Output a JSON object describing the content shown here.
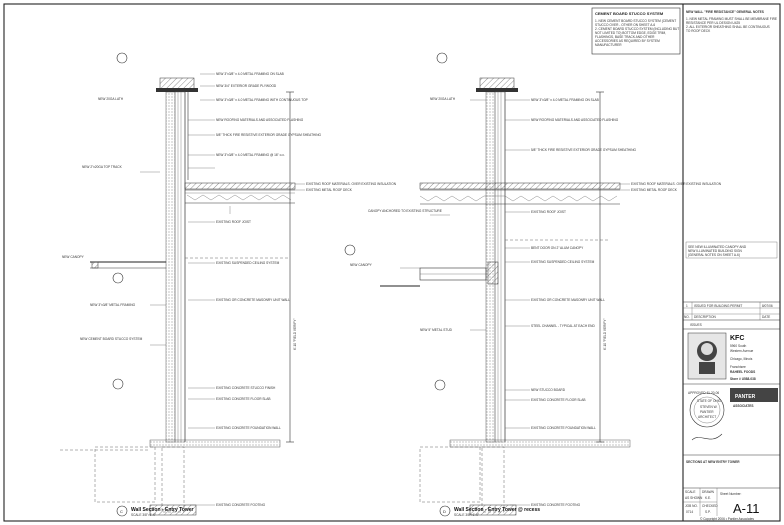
{
  "sheet": {
    "title": "SECTIONS AT NEW ENTRY TOWER",
    "sheet_number_label": "Sheet Number:",
    "sheet_number": "A-11",
    "copyright": "© Copyright 2006 • Pantier Associates"
  },
  "detail_c": {
    "bubble": "C",
    "title": "Wall Section - Entry Tower",
    "scale": "SCALE 3/8\"=1'-0\""
  },
  "detail_d": {
    "bubble": "D",
    "title": "Wall Section - Entry Tower @ recess",
    "scale": "SCALE 3/8\"=1'-0\""
  },
  "height_dim": "6'-10 \"FIELD VERIFY\"",
  "callouts_c": [
    "NEW 3\"x3/8\" x 4-0 METAL FRAMING ON SLAB",
    "NEW 3/4\" EXTERIOR GRADE PLYWOOD",
    "NEW 20GA LATH",
    "NEW 3\"x3/8\" x 4-0 METAL FRAMING WITH CONTINUOUS TOP",
    "NEW ROOFING MATERIALS AND ASSOCIATED FLASHING",
    "5/8\" THICK FIRE RESISTIVE EXTERIOR GRADE GYPSUM SHEATHING",
    "NEW 3\"x3/8\" x 4-0 METAL FRAMING @ 16\" o.c.",
    "NEW 2\"x20GA TOP TRACK",
    "EXISTING ROOF MATERIALS. OVER EXISTING INSULATION",
    "EXISTING METAL ROOF DECK",
    "EXISTING ROOF JOIST",
    "NEW CANOPY",
    "EXISTING SUSPENDED CEILING SYSTEM",
    "EXISTING OR CONCRETE MASONRY UNIT WALL",
    "NEW 3\"x3/8\" METAL FRAMING",
    "NEW CEMENT BOARD STUCCO SYSTEM",
    "EXISTING CONCRETE STUCCO FINISH",
    "EXISTING CONCRETE FLOOR SLAB",
    "EXISTING CONCRETE FOUNDATION WALL",
    "EXISTING CONCRETE FOOTING"
  ],
  "callouts_d": [
    "NEW 20GA LATH",
    "NEW 3\"x3/8\" x 4-0 METAL FRAMING ON SLAB",
    "NEW ROOFING MATERIALS AND ASSOCIATED FLASHING",
    "5/8\" THICK FIRE RESISTIVE EXTERIOR GRADE GYPSUM SHEATHING",
    "EXISTING ROOF MATERIALS. OVER EXISTING INSULATION",
    "EXISTING METAL ROOF DECK",
    "EXISTING ROOF JOIST",
    "CANOPY ANCHORED TO EXISTING STRUCTURE",
    "NEW CANOPY",
    "BENT DOOR ON 2\" ALUM CANOPY",
    "EXISTING SUSPENDED CEILING SYSTEM",
    "EXISTING OR CONCRETE MASONRY UNIT WALL",
    "STEEL CHANNEL - TYPICAL AT EACH END",
    "NEW 5\" METAL STUD",
    "NEW STUCCO BOARD",
    "EXISTING CONCRETE FLOOR SLAB",
    "EXISTING CONCRETE FOUNDATION WALL",
    "EXISTING CONCRETE FOOTING"
  ],
  "cement_box": {
    "title": "CEMENT BOARD STUCCO SYSTEM",
    "lines": [
      "1. NEW CEMENT BOARD STUCCO SYSTEM (CEMENT",
      "   STUCCO OVER - OTHER ON SHEET A-6",
      "2. CEMENT BOARD STUCCO SYSTEM (INCLUDING BUT",
      "   NOT LIMITED TO) BOTTOM EDGE, EDGE TRIM,",
      "   FLASHINGS, BASE TRACK AND OTHER",
      "   ACCESSORIES AS REQUIRED BY SYSTEM",
      "   MANUFACTURER"
    ]
  },
  "fire_notes": {
    "title": "NEW WALL \"FIRE RESISTANCE\" GENERAL NOTES",
    "lines": [
      "1. NEW METAL FRAMING MUST SHALL BE MEMBRANE FIRE",
      "   RESISTANCE PER UL DESIGN U425",
      "2. ALL EXTERIOR SHEATHING SHALL BE CONTINUOUS",
      "   TO ROOF DECK"
    ]
  },
  "side_note": [
    "SEE NEW ILLUMINATED CANOPY AND",
    "NEW ILLUMINATED BUILDING SIGN",
    "(GENERAL NOTES ON SHEET A-6)"
  ],
  "revisions": {
    "rows": [
      {
        "no": "1",
        "desc": "ISSUED FOR BUILDING PERMIT",
        "date": "8/07/06"
      }
    ],
    "header": {
      "no": "NO.",
      "desc": "DESCRIPTION",
      "date": "DATE"
    },
    "footer": "ISSUES"
  },
  "client": {
    "brand": "KFC",
    "address_1": "5960 South",
    "address_2": "Western Avenue",
    "city": "Chicago, Illinois",
    "franchisee_label": "Franchisee",
    "franchisee": "RAHEEL FOODS",
    "store": "Store # U588-038"
  },
  "architect": {
    "name_1": "PANTER",
    "name_2": "ASSOCIATES",
    "stamp_lines": [
      "STATE OF OHIO",
      "STEVEN W.",
      "PANTIER",
      "ARCHITECT"
    ],
    "approved": "APPROVED 11-20-06"
  },
  "titleblock": {
    "scale_label": "SCALE",
    "scale": "AS SHOWN",
    "drawn_label": "DRAWN",
    "drawn": "K.E.",
    "job_label": "JOB NO.",
    "job": "0714",
    "checked_label": "CHECKED",
    "checked": "S.P."
  }
}
